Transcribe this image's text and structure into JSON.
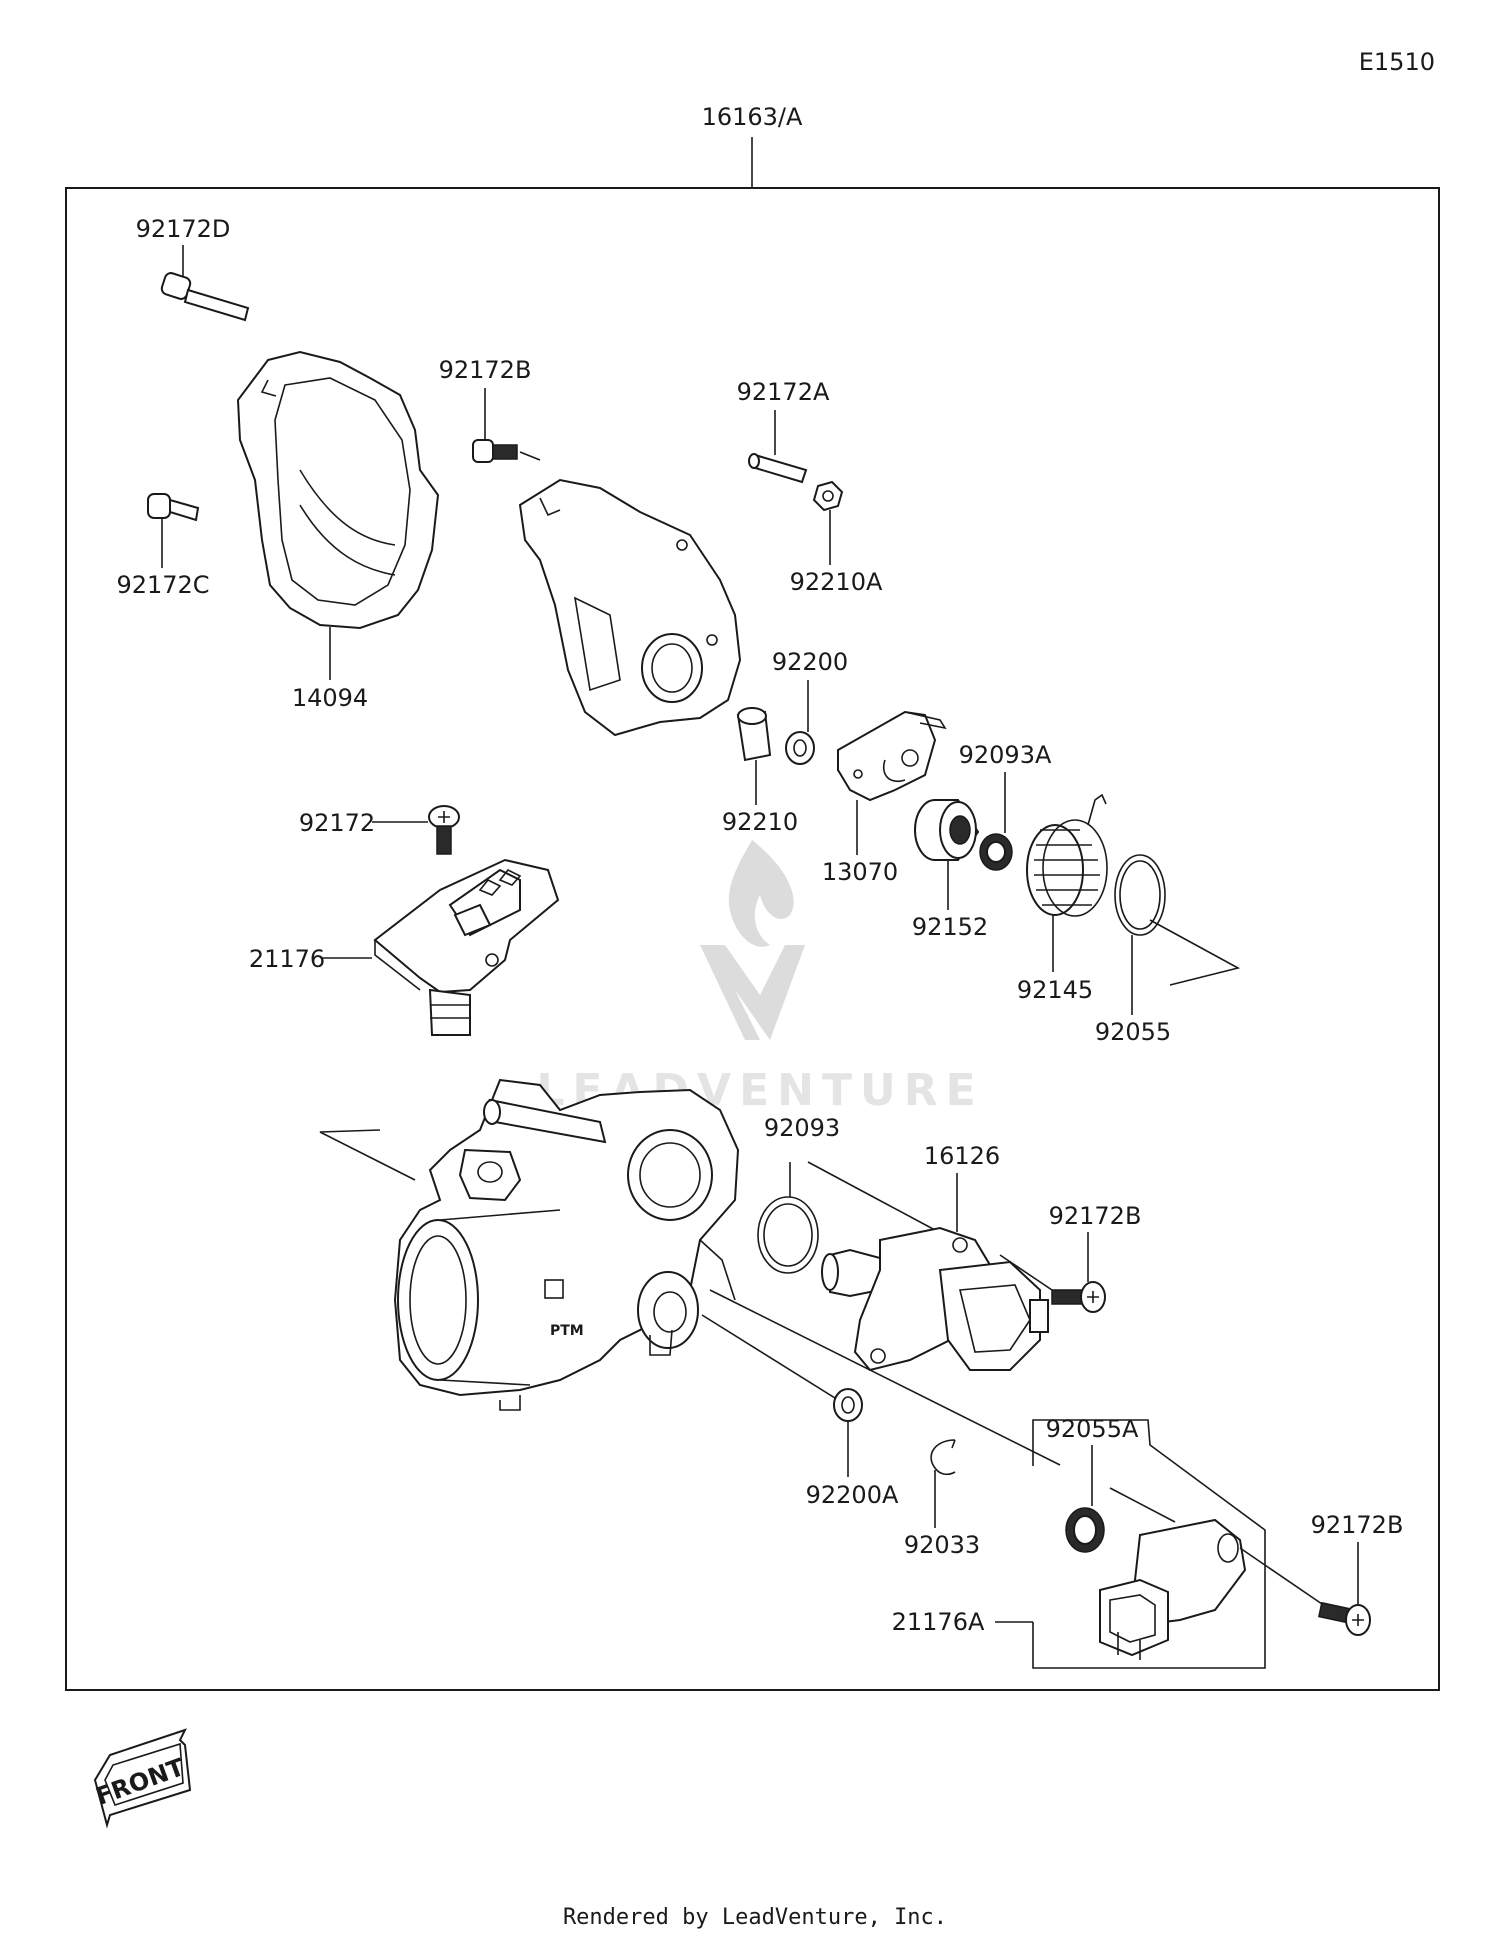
{
  "diagram_code": "E1510",
  "assembly_label": "16163/A",
  "footer": "Rendered by LeadVenture, Inc.",
  "watermark": "LEADVENTURE",
  "front_label": "FRONT",
  "callouts": {
    "p92172D": "92172D",
    "p92172C": "92172C",
    "p14094": "14094",
    "p92172B_top": "92172B",
    "p92172A": "92172A",
    "p92210A": "92210A",
    "p92200": "92200",
    "p92210": "92210",
    "p13070": "13070",
    "p92093A": "92093A",
    "p92152": "92152",
    "p92145": "92145",
    "p92055": "92055",
    "p92172": "92172",
    "p21176": "21176",
    "p92093": "92093",
    "p16126": "16126",
    "p92172B_mid": "92172B",
    "p92055A": "92055A",
    "p92172B_bot": "92172B",
    "p92200A": "92200A",
    "p92033": "92033",
    "p21176A": "21176A"
  }
}
